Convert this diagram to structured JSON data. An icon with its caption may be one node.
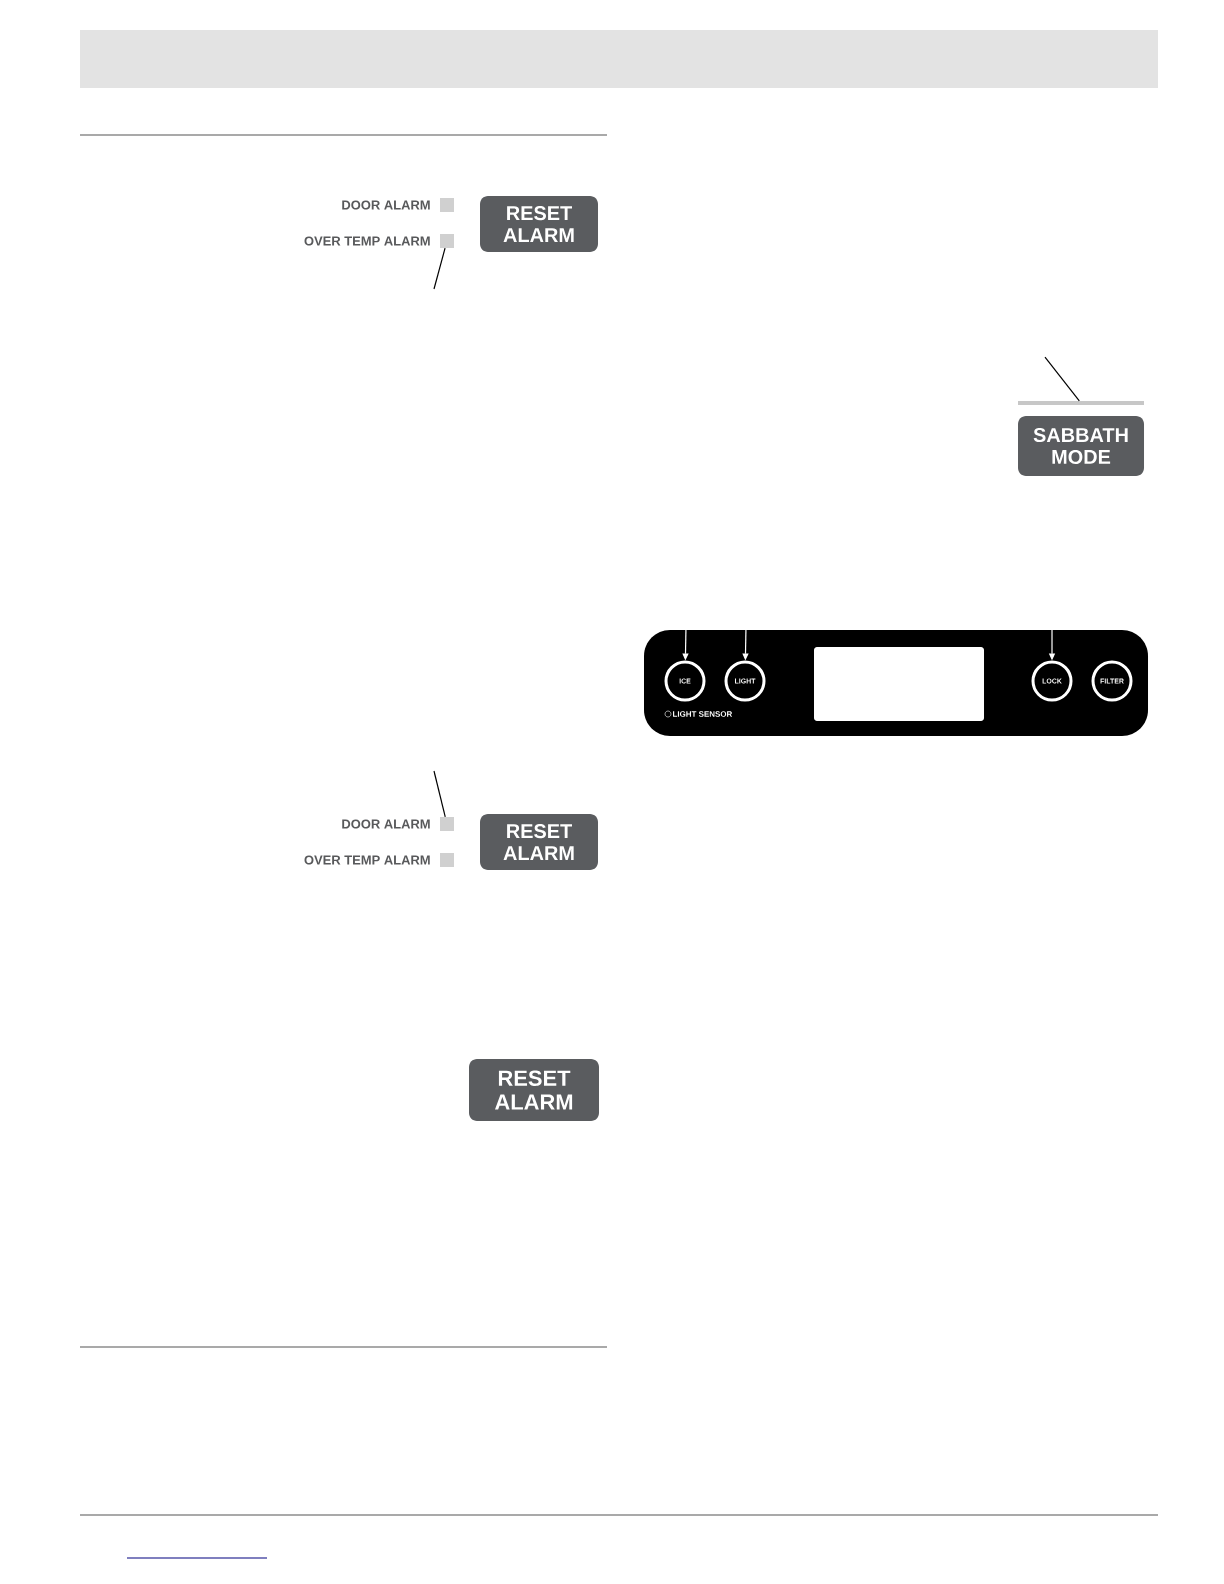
{
  "diagram": {
    "nodes": [
      {
        "text": [],
        "shape": "box",
        "beside": [
          "DOOR ALARM"
        ]
      },
      {
        "text": [],
        "shape": "box",
        "beside": [
          "OVER TEMP ALARM"
        ]
      },
      {
        "text": [
          "RESET ALARM"
        ]
      },
      {
        "text": [],
        "shape": "bar"
      },
      {
        "text": [
          "SABBATH MODE"
        ]
      },
      {
        "text": [],
        "shape": "box"
      },
      {
        "text": [
          "ICE"
        ],
        "in": 5
      },
      {
        "text": [
          "LIGHT"
        ],
        "in": 5
      },
      {
        "text": [],
        "shape": "box",
        "in": 5
      },
      {
        "text": [
          "LOCK"
        ],
        "in": 5
      },
      {
        "text": [
          "FILTER"
        ],
        "in": 5
      },
      {
        "text": [],
        "shape": "circle",
        "in": 5,
        "beside": [
          "LIGHT SENSOR"
        ]
      },
      {
        "text": [],
        "shape": "box",
        "beside": [
          "DOOR ALARM"
        ]
      },
      {
        "text": [],
        "shape": "box",
        "beside": [
          "OVER TEMP ALARM"
        ]
      },
      {
        "text": [
          "RESET ALARM"
        ]
      },
      {
        "text": [
          "RESET ALARM"
        ]
      }
    ],
    "edges": [
      {
        "from": null,
        "to": 1,
        "arrow": "none"
      },
      {
        "from": null,
        "to": 3,
        "arrow": "none"
      },
      {
        "from": null,
        "to": 6,
        "arrow": "to",
        "color": "#ffffff"
      },
      {
        "from": null,
        "to": 7,
        "arrow": "to",
        "color": "#ffffff"
      },
      {
        "from": null,
        "to": 9,
        "arrow": "to",
        "color": "#ffffff"
      },
      {
        "from": null,
        "to": 12,
        "arrow": "none"
      }
    ]
  }
}
